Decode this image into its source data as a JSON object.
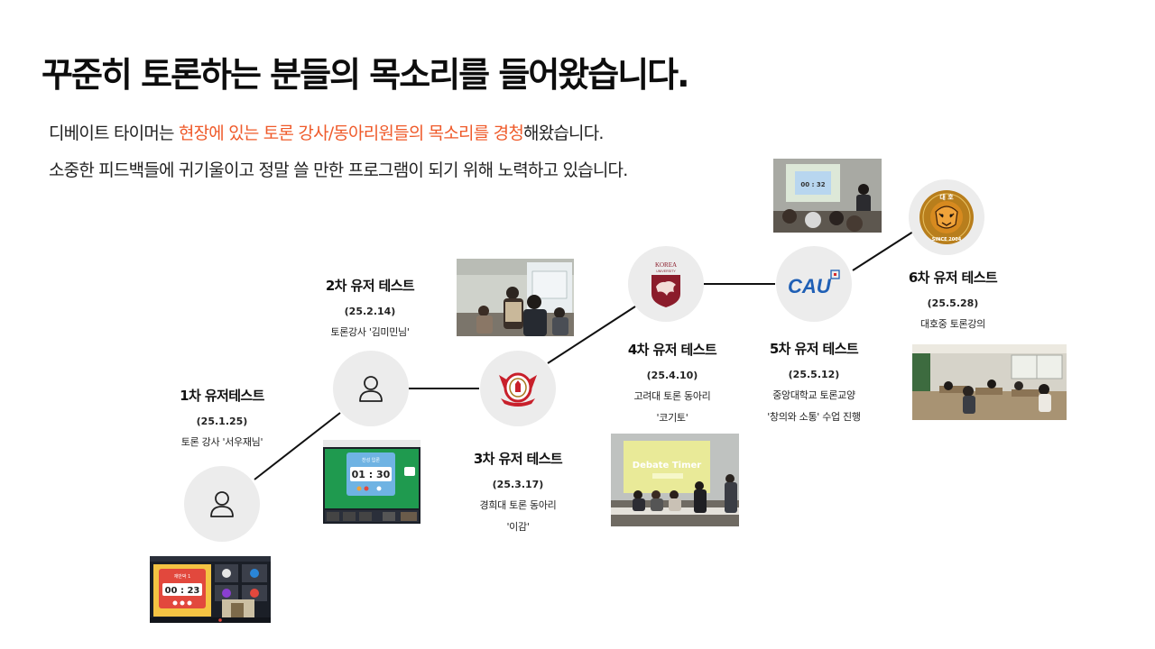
{
  "title": "꾸준히 토론하는 분들의 목소리를 들어왔습니다.",
  "subtitle": {
    "line1_pre": "디베이트 타이머는 ",
    "line1_highlight": "현장에 있는 토론 강사/동아리원들의 목소리를 경청",
    "line1_post": "해왔습니다.",
    "line2": "소중한 피드백들에 귀기울이고 정말 쓸 만한 프로그램이 되기 위해 노력하고 있습니다."
  },
  "colors": {
    "highlight": "#ef5a2a",
    "node_bg": "#ececec",
    "line": "#111111"
  },
  "tests": [
    {
      "heading": "1차 유저테스트",
      "date": "(25.1.25)",
      "place": "토론 강사 '서우재님'",
      "place2": "",
      "icon": "user-icon"
    },
    {
      "heading": "2차 유저 테스트",
      "date": "(25.2.14)",
      "place": "토론강사 '김미민님'",
      "place2": "",
      "icon": "user-icon"
    },
    {
      "heading": "3차 유저 테스트",
      "date": "(25.3.17)",
      "place": "경희대 토론 동아리",
      "place2": "'이감'",
      "icon": "khu-emblem-icon"
    },
    {
      "heading": "4차 유저 테스트",
      "date": "(25.4.10)",
      "place": "고려대 토론 동아리",
      "place2": "'코기토'",
      "icon": "korea-univ-emblem-icon"
    },
    {
      "heading": "5차 유저 테스트",
      "date": "(25.5.12)",
      "place": "중앙대학교 토론교양",
      "place2": "'창의와 소통' 수업 진행",
      "icon": "cau-logo-icon"
    },
    {
      "heading": "6차 유저 테스트",
      "date": "(25.5.28)",
      "place": "대호중 토론강의",
      "place2": "",
      "icon": "tiger-emblem-icon"
    }
  ],
  "logos": {
    "korea": "KOREA",
    "korea_sub": "UNIVERSITY",
    "cau": "CAU",
    "tiger_top": "대 호",
    "tiger_bottom": "SINCE 2004"
  },
  "screens": {
    "timer1_title": "재반박 1",
    "timer1_time": "00 : 23",
    "timer2_title": "찬성 입론",
    "timer2_time": "01 : 30",
    "timer4_caption": "Debate Timer",
    "timer5_time": "00 : 32"
  }
}
